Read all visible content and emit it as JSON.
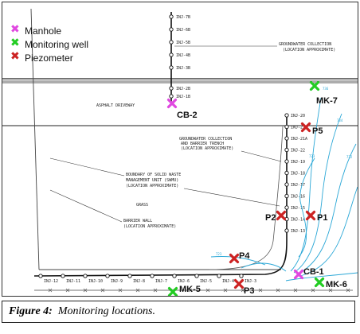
{
  "legend": [
    {
      "label": "Manhole",
      "color": "#e048e0"
    },
    {
      "label": "Monitoring well",
      "color": "#22cc22"
    },
    {
      "label": "Piezometer",
      "color": "#cc2222"
    }
  ],
  "annotations": {
    "gw_collection_1": "GROUNDWATER COLLECTION",
    "gw_collection_2": "(LOCATION APPROXIMATE)",
    "asphalt": "ASPHALT DRIVEWAY",
    "trench_1": "GROUNDWATER COLLECTION",
    "trench_2": "AND BARRIER TRENCH",
    "trench_3": "(LOCATION APPROXIMATE)",
    "boundary_1": "BOUNDARY OF SOLID WASTE",
    "boundary_2": "MANAGEMENT UNIT (SWMU)",
    "boundary_3": "(LOCATION APPROXIMATE)",
    "grass": "GRASS",
    "barrier_1": "BARRIER WALL",
    "barrier_2": "(LOCATION APPROXIMATE)"
  },
  "points": [
    {
      "label": "CB-2",
      "kind": "manhole",
      "color": "#e048e0"
    },
    {
      "label": "MK-7",
      "kind": "monitoring-well",
      "color": "#22cc22"
    },
    {
      "label": "P5",
      "kind": "piezometer",
      "color": "#cc2222"
    },
    {
      "label": "P2",
      "kind": "piezometer",
      "color": "#cc2222"
    },
    {
      "label": "P1",
      "kind": "piezometer",
      "color": "#cc2222"
    },
    {
      "label": "P4",
      "kind": "piezometer",
      "color": "#cc2222"
    },
    {
      "label": "CB-1",
      "kind": "manhole",
      "color": "#e048e0"
    },
    {
      "label": "MK-6",
      "kind": "monitoring-well",
      "color": "#22cc22"
    },
    {
      "label": "MK-5",
      "kind": "monitoring-well",
      "color": "#22cc22"
    },
    {
      "label": "P3",
      "kind": "piezometer",
      "color": "#cc2222"
    }
  ],
  "inj_vertical_top": [
    "INJ-7B",
    "INJ-6B",
    "INJ-5B",
    "INJ-4B",
    "INJ-3B",
    "INJ-2B",
    "INJ-1B",
    "CB-2"
  ],
  "inj_vertical_right": [
    "INJ-20",
    "INJ-21",
    "INJ-21A",
    "INJ-22",
    "INJ-19",
    "INJ-18",
    "INJ-17",
    "INJ-16",
    "INJ-15",
    "INJ-14",
    "INJ-13"
  ],
  "inj_horizontal": [
    "INJ-12",
    "INJ-11",
    "INJ-10",
    "INJ-9",
    "INJ-8",
    "INJ-7",
    "INJ-6",
    "INJ-5",
    "INJ-4",
    "INJ-3"
  ],
  "caption": {
    "figure": "Figure 4:",
    "text": "Monitoring locations."
  }
}
